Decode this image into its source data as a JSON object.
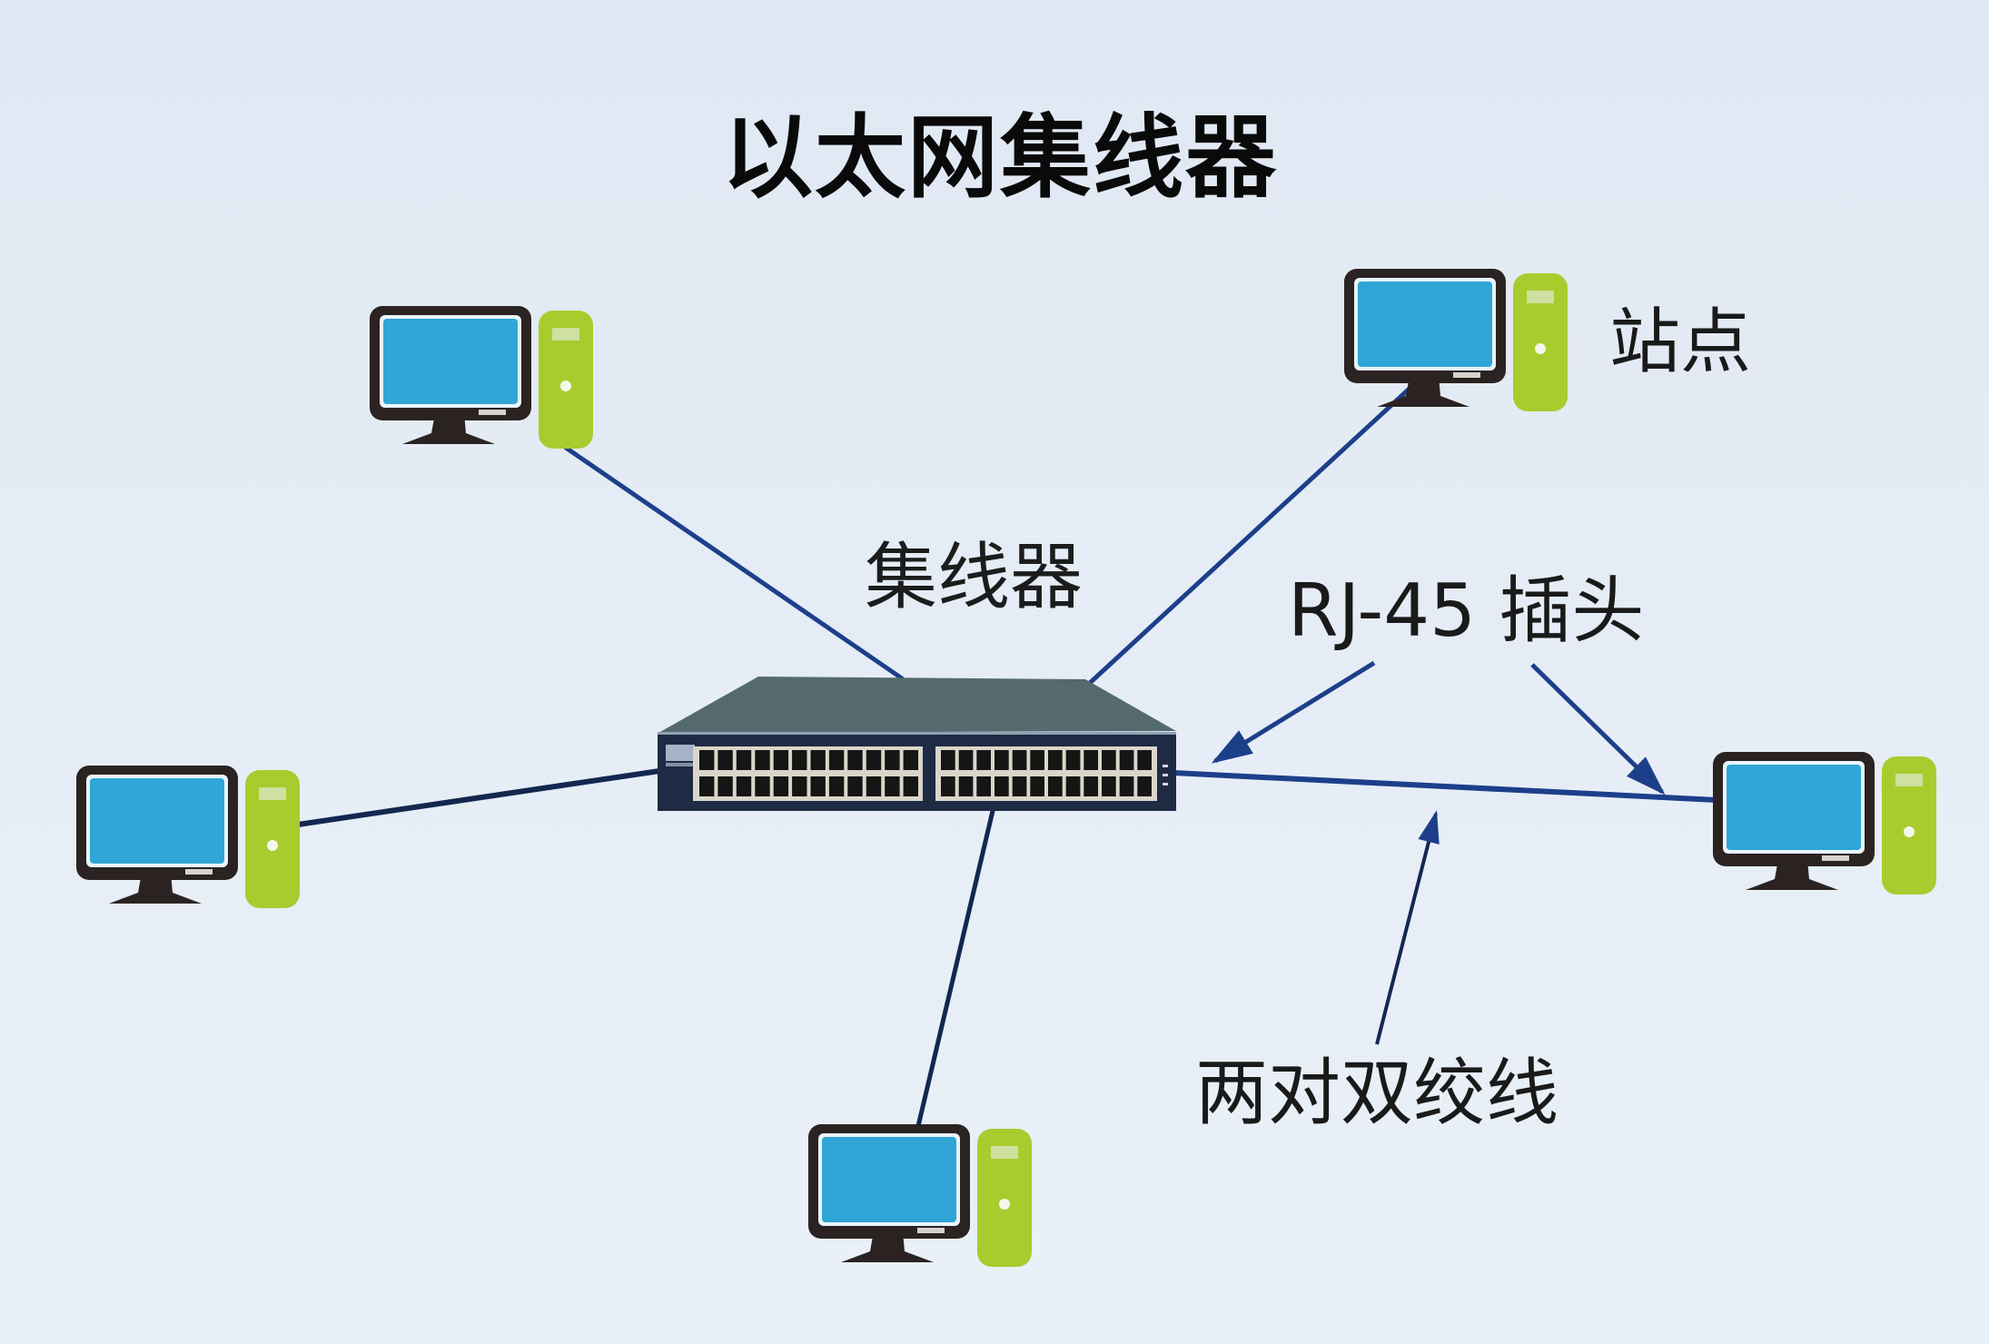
{
  "title": "以太网集线器",
  "labels": {
    "station": "站点",
    "hub": "集线器",
    "rj45_plug": "RJ-45 插头",
    "twisted_pair": "两对双绞线"
  },
  "colors": {
    "background": "#e1e9f4",
    "cable": "#1d3f8a",
    "monitor_frame": "#2b2322",
    "monitor_screen": "#2fa6d6",
    "tower": "#a8cc2e",
    "hub_top": "#546a6e",
    "hub_front": "#1f2a45",
    "port": "#151515",
    "port_frame": "#d9d6c9",
    "text": "#111111"
  },
  "nodes": [
    {
      "id": "station-top-left",
      "label": "站点"
    },
    {
      "id": "station-top-right",
      "label": "站点"
    },
    {
      "id": "station-left",
      "label": "站点"
    },
    {
      "id": "station-right",
      "label": "站点"
    },
    {
      "id": "station-bottom",
      "label": "站点"
    },
    {
      "id": "hub",
      "label": "集线器",
      "ports": 48
    }
  ],
  "edges": [
    {
      "from": "hub",
      "to": "station-top-left",
      "medium": "两对双绞线"
    },
    {
      "from": "hub",
      "to": "station-top-right",
      "medium": "两对双绞线"
    },
    {
      "from": "hub",
      "to": "station-left",
      "medium": "两对双绞线"
    },
    {
      "from": "hub",
      "to": "station-right",
      "medium": "两对双绞线"
    },
    {
      "from": "hub",
      "to": "station-bottom",
      "medium": "两对双绞线"
    }
  ],
  "annotations": [
    {
      "text": "RJ-45 插头",
      "points_to": [
        "hub-port-right",
        "station-right-connector"
      ]
    },
    {
      "text": "两对双绞线",
      "points_to": [
        "cable-hub-station-right"
      ]
    }
  ]
}
